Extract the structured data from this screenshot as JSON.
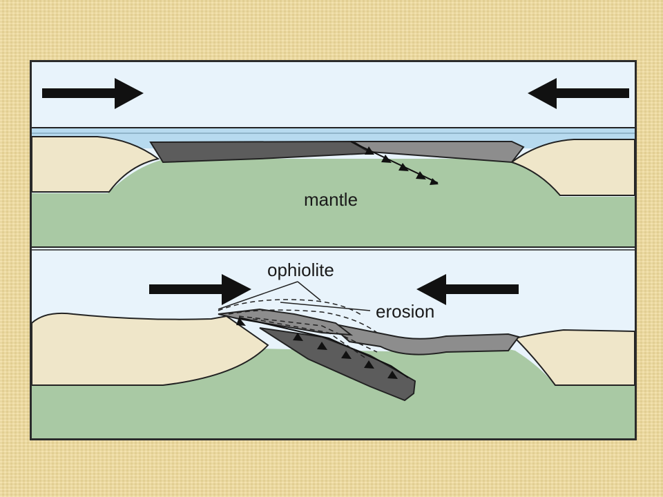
{
  "diagram": {
    "labels": {
      "mantle": "mantle",
      "ophiolite": "ophiolite",
      "erosion": "erosion"
    },
    "colors": {
      "sky": "#e8f3fb",
      "ocean": "#b7daef",
      "continental_crust": "#efe6c9",
      "mantle": "#a9c9a4",
      "oceanic_crust_dark": "#5c5c5c",
      "oceanic_crust_light": "#8d8d8d",
      "outline": "#222222",
      "background": "#f1dc9c"
    },
    "icons": [
      "arrow-right-icon",
      "arrow-left-icon"
    ]
  }
}
